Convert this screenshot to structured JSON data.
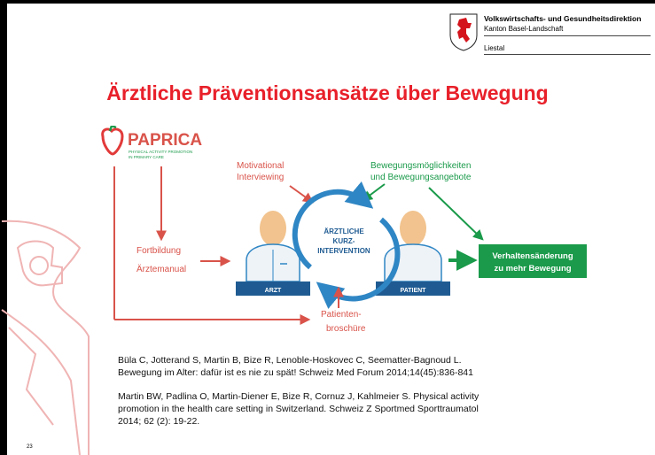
{
  "header": {
    "org_line1": "Volkswirtschafts- und Gesundheitsdirektion",
    "org_line2": "Kanton Basel-Landschaft",
    "org_line3": "Liestal"
  },
  "slide": {
    "title": "Ärztliche Präventionsansätze über Bewegung",
    "page_number": "23"
  },
  "diagram": {
    "logo_name": "PAPRICA",
    "logo_sub1": "PHYSICAL ACTIVITY PROMOTION",
    "logo_sub2": "IN PRIMARY CARE",
    "motivational_1": "Motivational",
    "motivational_2": "Interviewing",
    "bewegung_1": "Bewegungsmöglichkeiten",
    "bewegung_2": "und Bewegungsangebote",
    "fortbildung_1": "Fortbildung",
    "fortbildung_2": "Ärztemanual",
    "center_1": "ÄRZTLICHE",
    "center_2": "KURZ-",
    "center_3": "INTERVENTION",
    "arzt_label": "ARZT",
    "patient_label": "PATIENT",
    "outcome_1": "Verhaltensänderung",
    "outcome_2": "zu mehr Bewegung",
    "broschuere_1": "Patienten-",
    "broschuere_2": "broschüre",
    "colors": {
      "red": "#d9534a",
      "blue": "#2f86c4",
      "green": "#1a9a4a",
      "skin": "#f2c38e"
    }
  },
  "references": [
    {
      "line1": "Büla C, Jotterand S, Martin B, Bize R, Lenoble-Hoskovec C, Seematter-Bagnoud L.",
      "line2": "Bewegung im Alter: dafür ist es nie zu spät! Schweiz Med Forum 2014;14(45):836-841",
      "line3": ""
    },
    {
      "line1": "Martin BW, Padlina O, Martin-Diener E, Bize R, Cornuz J, Kahlmeier S. Physical activity",
      "line2": "promotion in the health care setting in Switzerland. Schweiz Z Sportmed Sporttraumatol",
      "line3": "2014; 62 (2): 19-22."
    }
  ]
}
